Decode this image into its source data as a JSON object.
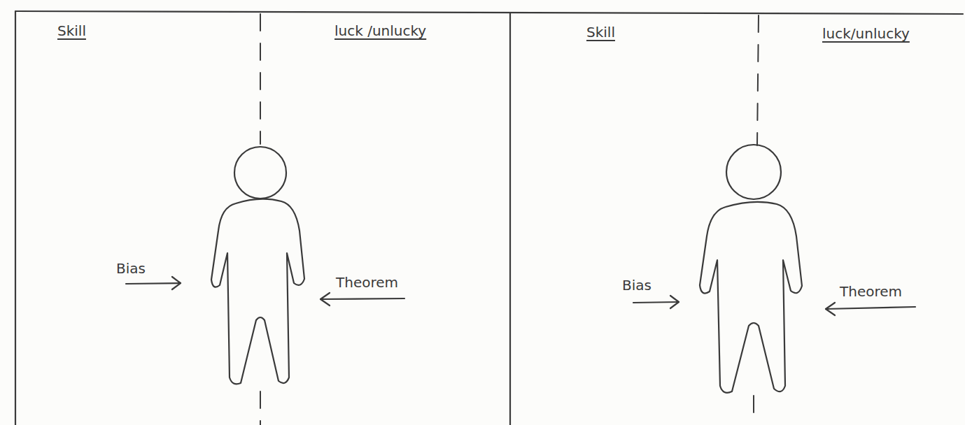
{
  "diagram": {
    "labels": [
      "Skill",
      "luck /unlucky",
      "Bias",
      "Theorem",
      "Skill",
      "luck/unlucky",
      "Bias",
      "Theorem"
    ]
  }
}
